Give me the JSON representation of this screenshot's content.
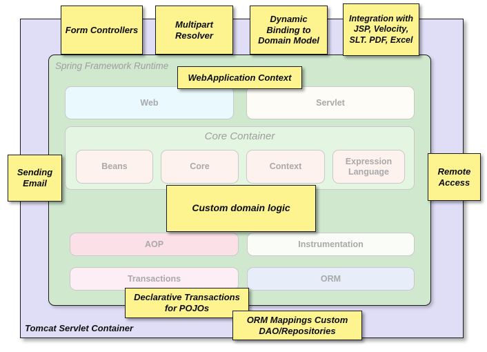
{
  "diagram": {
    "title": "Spring Framework Runtime architecture with annotation notes",
    "colors": {
      "note_fill": "#fdf48f",
      "tomcat_fill": "#e0ddf7",
      "spring_fill": "#cfe8ce",
      "core_container_fill": "#e4f6e1",
      "web_fill": "#eaf9fd",
      "servlet_fill": "#fdfcf6",
      "core_box_fill": "#fdf2ee",
      "aop_fill": "#fbe0e8",
      "transactions_fill": "#fdeef5",
      "instrumentation_fill": "#fafdf7",
      "orm_fill": "#e8edfa",
      "module_text": "#a9a9a9",
      "panel_label_text": "#9e9e9e",
      "note_text": "#0b0b0b",
      "outline": "#1a1a1a"
    }
  },
  "tomcat": {
    "label": "Tomcat Servlet Container"
  },
  "spring": {
    "label": "Spring Framework Runtime"
  },
  "core_container": {
    "label": "Core Container",
    "modules": [
      {
        "label": "Beans"
      },
      {
        "label": "Core"
      },
      {
        "label": "Context"
      },
      {
        "label": "Expression Language"
      }
    ]
  },
  "web_row": {
    "modules": [
      {
        "label": "Web"
      },
      {
        "label": "Servlet"
      }
    ]
  },
  "aop_row": {
    "modules": [
      {
        "label": "AOP"
      },
      {
        "label": "Instrumentation"
      }
    ]
  },
  "data_row": {
    "modules": [
      {
        "label": "Transactions"
      },
      {
        "label": "ORM"
      }
    ]
  },
  "notes": [
    {
      "id": "form-controllers",
      "label": "Form Controllers"
    },
    {
      "id": "multipart-resolver",
      "label": "Multipart Resolver"
    },
    {
      "id": "dynamic-binding",
      "label": "Dynamic Binding to Domain Model"
    },
    {
      "id": "integration",
      "label": "Integration with JSP, Velocity, SLT. PDF, Excel"
    },
    {
      "id": "webapplication-context",
      "label": "WebApplication Context"
    },
    {
      "id": "sending-email",
      "label": "Sending Email"
    },
    {
      "id": "remote-access",
      "label": "Remote Access"
    },
    {
      "id": "custom-domain-logic",
      "label": "Custom domain logic"
    },
    {
      "id": "declarative-transactions",
      "label": "Declarative Transactions for POJOs"
    },
    {
      "id": "orm-mappings",
      "label": "ORM Mappings Custom DAO/Repositories"
    }
  ]
}
